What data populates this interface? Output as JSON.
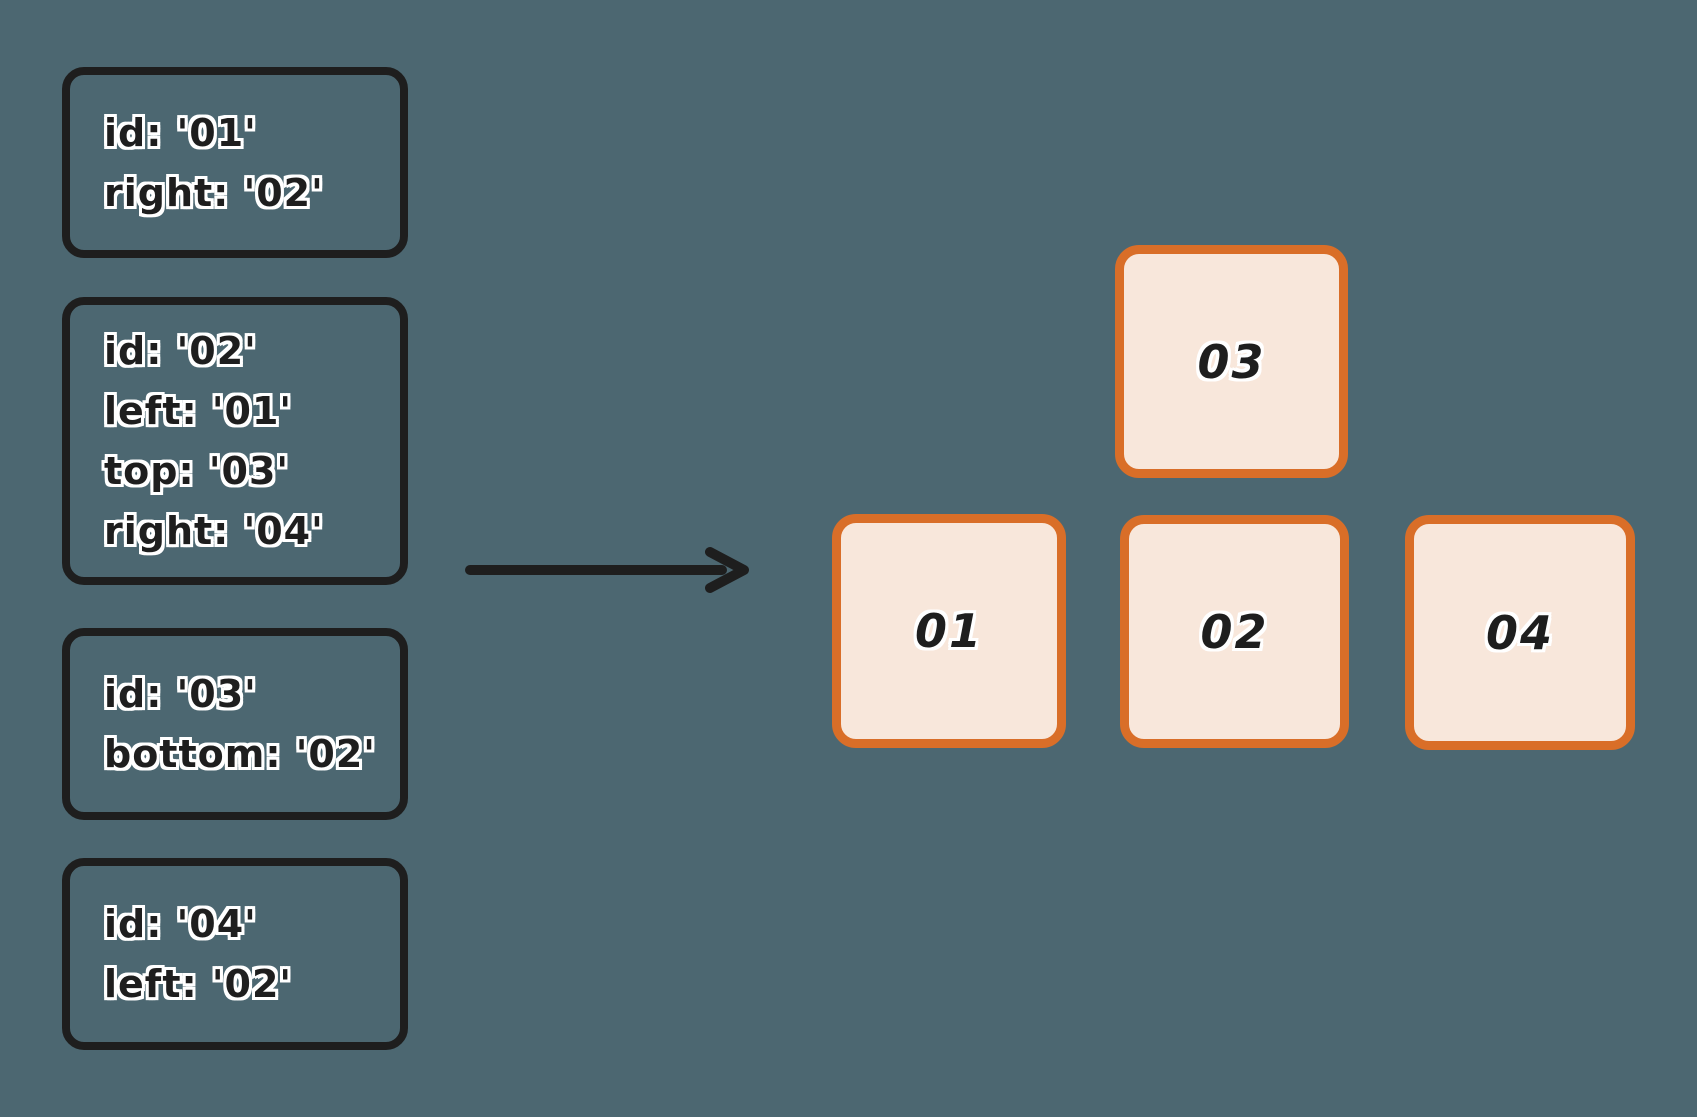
{
  "background": "#4c6771",
  "palette": {
    "ink": "#1e1e1e",
    "halo": "#ffffff",
    "tile_border": "#d96e28",
    "tile_fill": "#f8e7db"
  },
  "definition_cards": [
    {
      "card": "01",
      "lines": [
        "id: '01'",
        "right: '02'"
      ]
    },
    {
      "card": "02",
      "lines": [
        "id: '02'",
        "left: '01'",
        "top: '03'",
        "right: '04'"
      ]
    },
    {
      "card": "03",
      "lines": [
        "id: '03'",
        "bottom: '02'"
      ]
    },
    {
      "card": "04",
      "lines": [
        "id: '04'",
        "left: '02'"
      ]
    }
  ],
  "arrow": {
    "icon": "right-arrow-icon"
  },
  "tiles": [
    {
      "label": "03"
    },
    {
      "label": "01"
    },
    {
      "label": "02"
    },
    {
      "label": "04"
    }
  ]
}
